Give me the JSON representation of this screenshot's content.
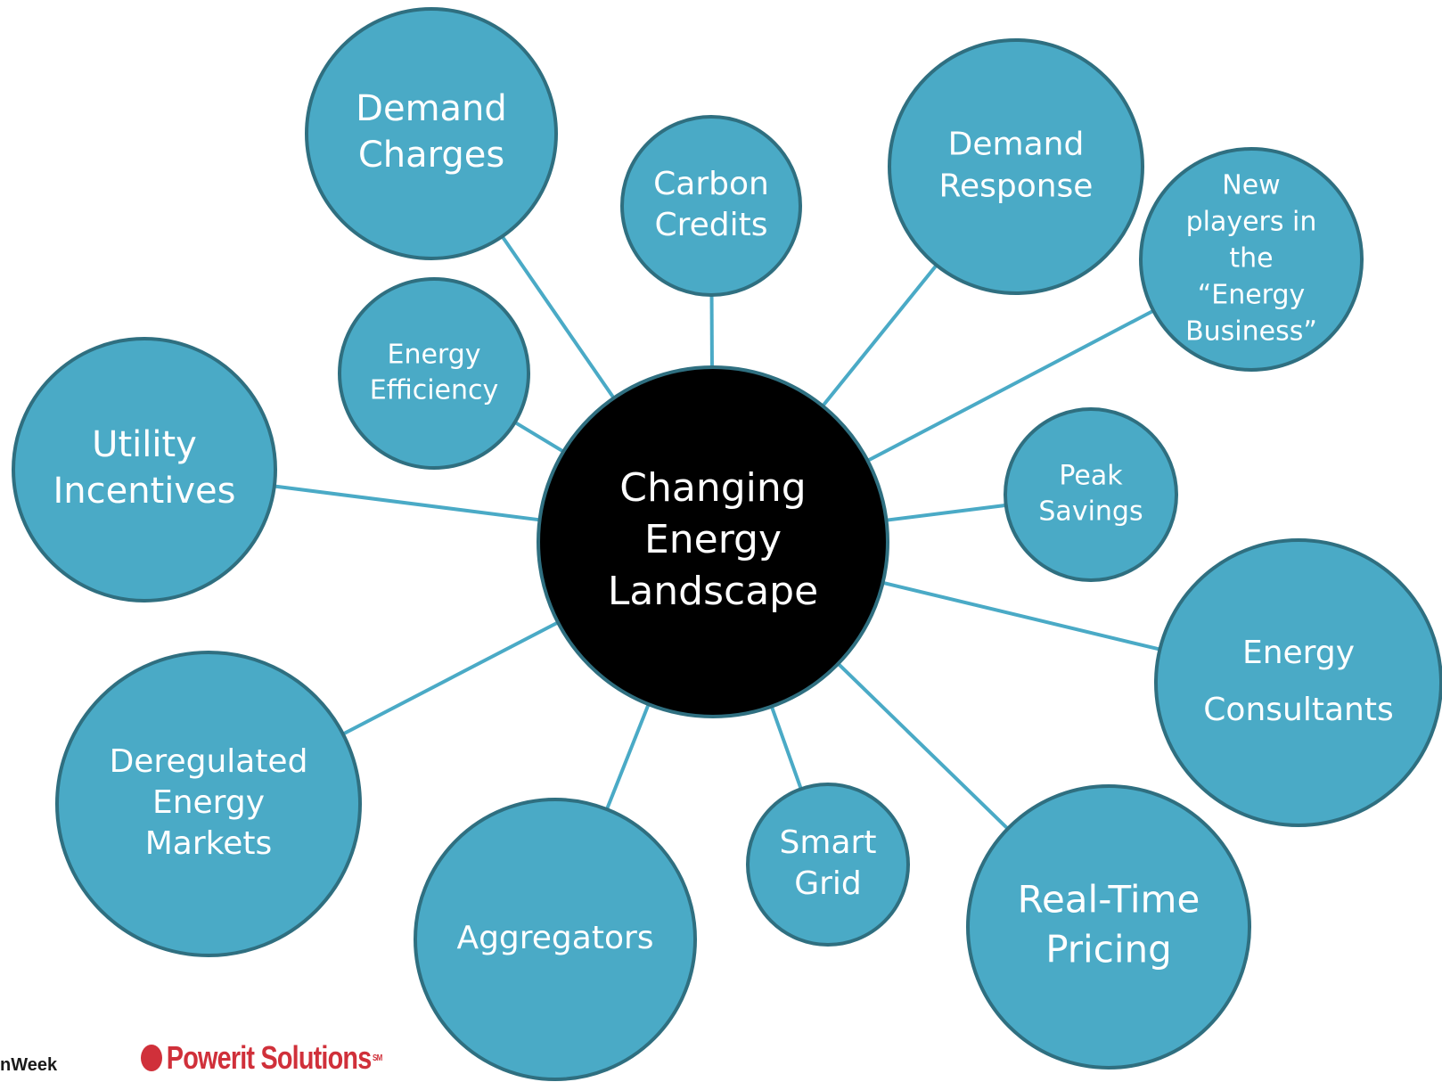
{
  "center": {
    "lines": [
      "Changing",
      "Energy",
      "Landscape"
    ]
  },
  "nodes": [
    {
      "id": "demand-charges",
      "lines": [
        "Demand",
        "Charges"
      ]
    },
    {
      "id": "carbon-credits",
      "lines": [
        "Carbon",
        "Credits"
      ]
    },
    {
      "id": "demand-response",
      "lines": [
        "Demand",
        "Response"
      ]
    },
    {
      "id": "new-players",
      "lines": [
        "New",
        "players in",
        "the",
        "“Energy",
        "Business”"
      ]
    },
    {
      "id": "energy-efficiency",
      "lines": [
        "Energy",
        "Efficiency"
      ]
    },
    {
      "id": "utility-incentives",
      "lines": [
        "Utility",
        "Incentives"
      ]
    },
    {
      "id": "peak-savings",
      "lines": [
        "Peak",
        "Savings"
      ]
    },
    {
      "id": "energy-consultants",
      "lines": [
        "Energy",
        "Consultants"
      ]
    },
    {
      "id": "deregulated-energy-markets",
      "lines": [
        "Deregulated",
        "Energy",
        "Markets"
      ]
    },
    {
      "id": "aggregators",
      "lines": [
        "Aggregators"
      ]
    },
    {
      "id": "smart-grid",
      "lines": [
        "Smart",
        "Grid"
      ]
    },
    {
      "id": "real-time-pricing",
      "lines": [
        "Real-Time",
        "Pricing"
      ]
    }
  ],
  "colors": {
    "node_fill": "#4aaac6",
    "node_stroke": "#2f6f80",
    "center_fill": "#000000",
    "text": "#ffffff"
  },
  "footer": {
    "left_text": "nWeek",
    "logo_part1": "Powerit",
    "logo_part2": "Solutions",
    "logo_tm": "SM",
    "logo_icon": "powerit-logo-icon"
  }
}
